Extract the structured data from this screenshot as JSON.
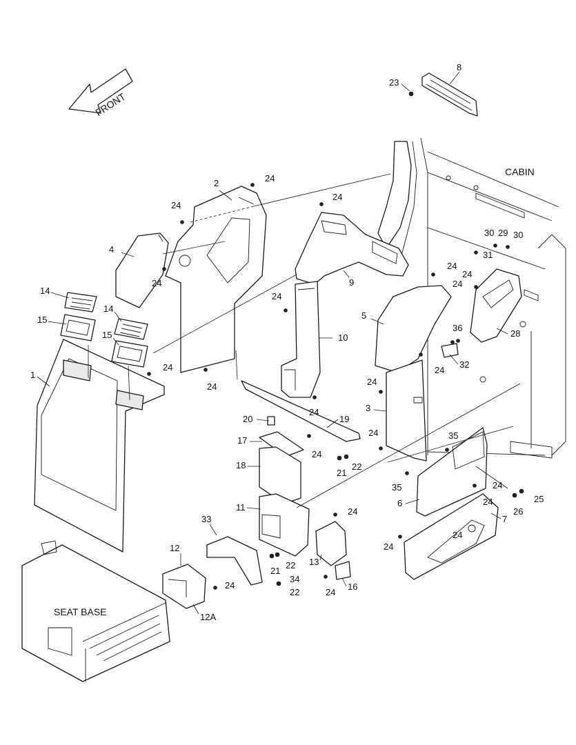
{
  "labels": {
    "front": "FRONT",
    "cabin": "CABIN",
    "seat_base": "SEAT BASE"
  },
  "callouts": {
    "p1": "1",
    "p2": "2",
    "p3": "3",
    "p4": "4",
    "p5": "5",
    "p6": "6",
    "p7": "7",
    "p8": "8",
    "p9": "9",
    "p10": "10",
    "p11": "11",
    "p12": "12",
    "p12a": "12A",
    "p13": "13",
    "p14a": "14",
    "p14b": "14",
    "p15a": "15",
    "p15b": "15",
    "p16": "16",
    "p17": "17",
    "p18": "18",
    "p19": "19",
    "p20": "20",
    "p21a": "21",
    "p21b": "21",
    "p22a": "22",
    "p22b": "22",
    "p22c": "22",
    "p23": "23",
    "p24a": "24",
    "p24b": "24",
    "p24c": "24",
    "p24d": "24",
    "p24e": "24",
    "p24f": "24",
    "p24g": "24",
    "p24h": "24",
    "p24i": "24",
    "p24j": "24",
    "p24k": "24",
    "p24l": "24",
    "p24m": "24",
    "p24n": "24",
    "p24o": "24",
    "p24p": "24",
    "p24q": "24",
    "p24r": "24",
    "p24s": "24",
    "p24t": "24",
    "p24u": "24",
    "p24v": "24",
    "p25": "25",
    "p26": "26",
    "p28": "28",
    "p29": "29",
    "p30a": "30",
    "p30b": "30",
    "p31": "31",
    "p32": "32",
    "p33": "33",
    "p34": "34",
    "p35a": "35",
    "p35b": "35",
    "p36": "36"
  }
}
